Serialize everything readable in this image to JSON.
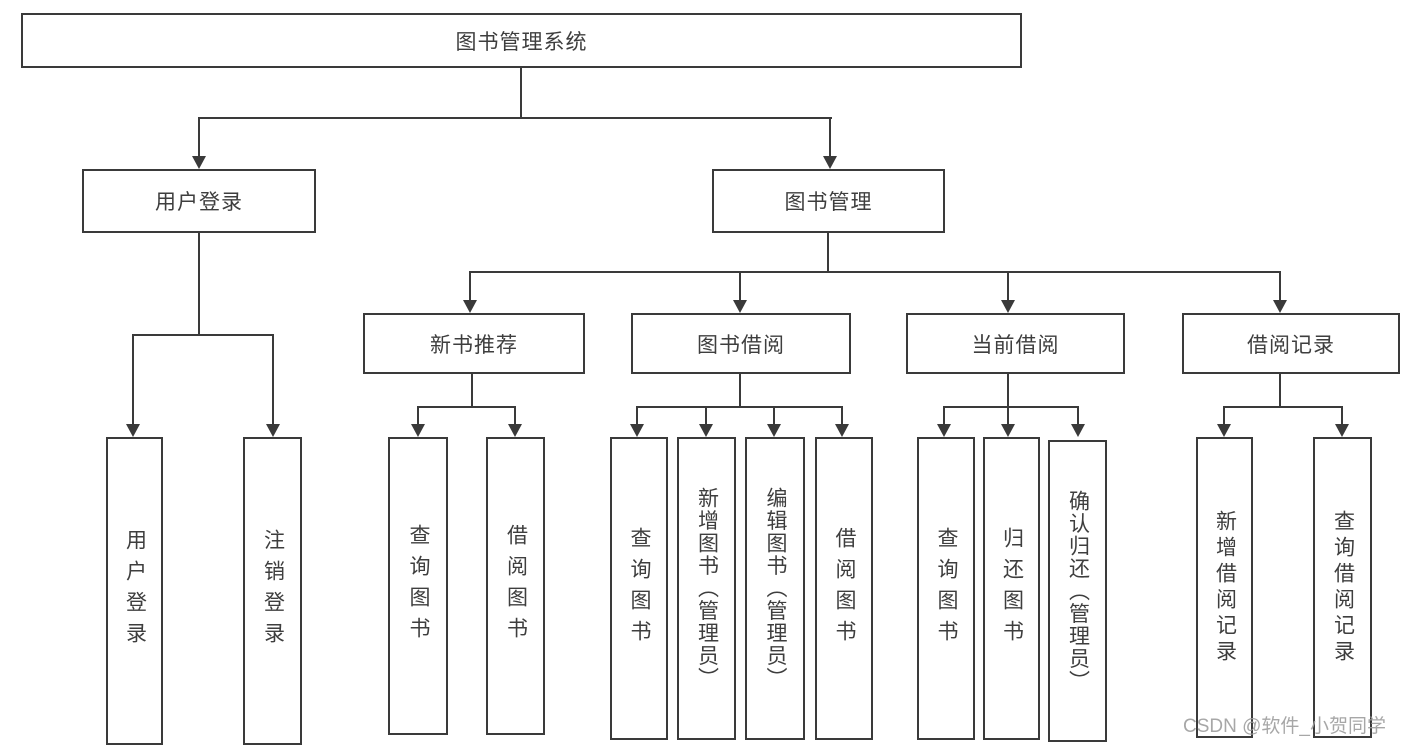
{
  "diagram": {
    "root": {
      "label": "图书管理系统",
      "children": [
        {
          "label": "用户登录",
          "children": [
            {
              "label": "用户登录"
            },
            {
              "label": "注销登录"
            }
          ]
        },
        {
          "label": "图书管理",
          "children": [
            {
              "label": "新书推荐",
              "children": [
                {
                  "label": "查询图书"
                },
                {
                  "label": "借阅图书"
                }
              ]
            },
            {
              "label": "图书借阅",
              "children": [
                {
                  "label": "查询图书"
                },
                {
                  "label": "新增图书（管理员）"
                },
                {
                  "label": "编辑图书（管理员）"
                },
                {
                  "label": "借阅图书"
                }
              ]
            },
            {
              "label": "当前借阅",
              "children": [
                {
                  "label": "查询图书"
                },
                {
                  "label": "归还图书"
                },
                {
                  "label": "确认归还（管理员）"
                }
              ]
            },
            {
              "label": "借阅记录",
              "children": [
                {
                  "label": "新增借阅记录"
                },
                {
                  "label": "查询借阅记录"
                }
              ]
            }
          ]
        }
      ]
    },
    "line_color": "#3a3a3a"
  },
  "watermark": "CSDN @软件_小贺同学"
}
